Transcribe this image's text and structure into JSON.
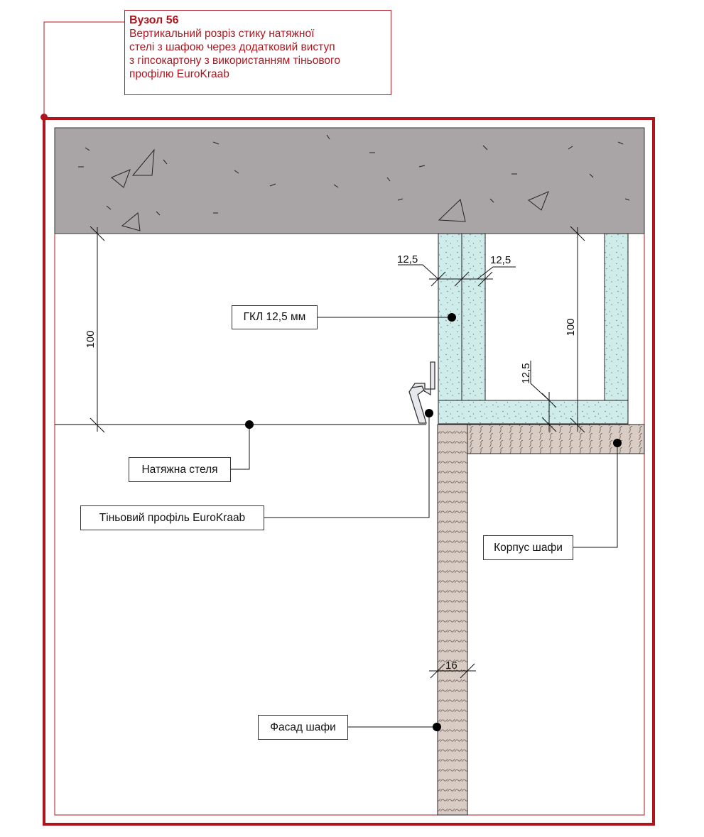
{
  "title": {
    "heading": "Вузол 56",
    "lines": [
      "Вертикальний розріз стику натяжної",
      "стелі з шафою через додатковий виступ",
      "з гіпсокартону з використанням тіньового",
      "профілю EuroKraab"
    ]
  },
  "labels": {
    "gkl": "ГКЛ 12,5 мм",
    "stretch_ceiling": "Натяжна стеля",
    "shadow_profile": "Тіньовий профіль EuroKraab",
    "cabinet_body": "Корпус шафи",
    "cabinet_facade": "Фасад шафи"
  },
  "dimensions": {
    "ceiling_gap_left": "100",
    "ceiling_gap_right": "100",
    "gkl_thickness_a": "12,5",
    "gkl_thickness_b": "12,5",
    "gkl_thickness_c": "12,5",
    "facade_thickness": "16"
  },
  "colors": {
    "frame": "#b0151e",
    "concrete": "#a9a5a6",
    "gypsum": "#cfeceb",
    "wood": "#d9ccc4"
  }
}
